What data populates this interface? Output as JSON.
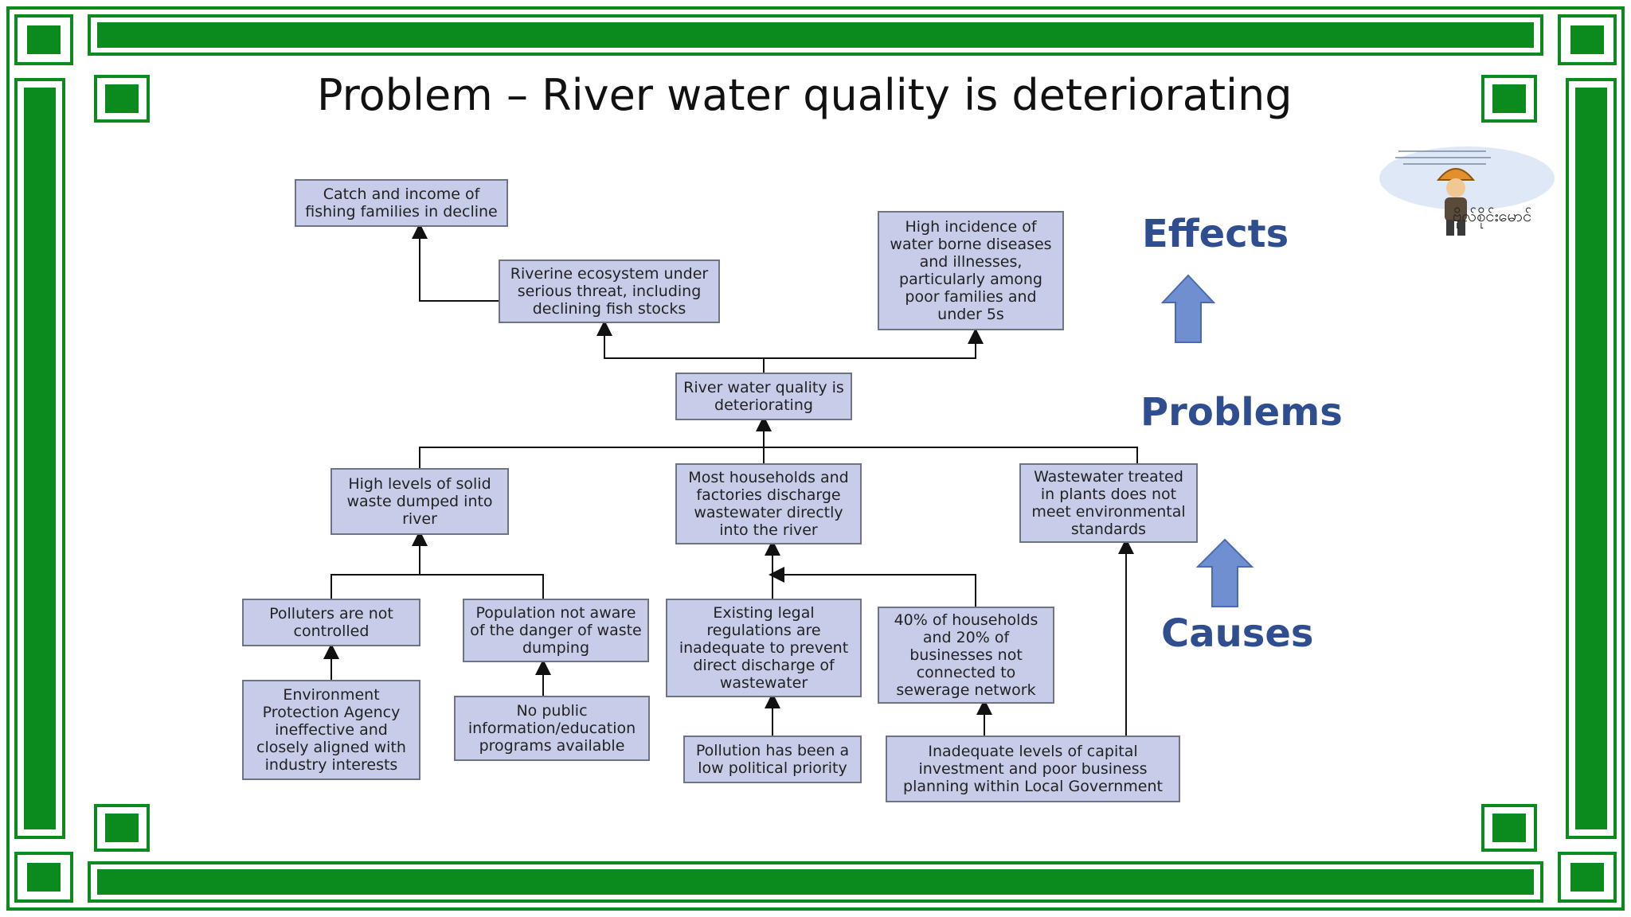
{
  "title": "Problem – River water quality is deteriorating",
  "nodes": {
    "catch_income": "Catch and income of fishing families in decline",
    "ecosystem": "Riverine ecosystem under serious threat, including declining fish stocks",
    "disease": "High incidence of water borne diseases and illnesses, particularly among poor families and under 5s",
    "core_problem": "River water quality is deteriorating",
    "solid_waste": "High levels of solid waste dumped into river",
    "discharge": "Most households and factories discharge wastewater directly into the river",
    "treatment": "Wastewater treated in plants does not meet environmental standards",
    "polluters": "Polluters are not controlled",
    "awareness": "Population not aware of the danger of waste dumping",
    "regulations": "Existing legal regulations are inadequate to prevent direct discharge of wastewater",
    "sewerage": "40% of households and 20% of businesses not connected to sewerage network",
    "epa": "Environment Protection Agency ineffective and closely aligned with industry interests",
    "no_info": "No public information/education programs available",
    "priority": "Pollution has been a low political priority",
    "investment": "Inadequate levels of capital investment and poor business planning within Local Government"
  },
  "levels": {
    "effects": "Effects",
    "problems": "Problems",
    "causes": "Causes"
  },
  "logo_text": "ဗိုလ်စိုင်းမောင်",
  "colors": {
    "frame_green": "#0b8a1e",
    "node_fill": "#c7cde8",
    "node_border": "#6f7485",
    "arrow_blue": "#6f8fd0",
    "label_blue": "#2e4e8f"
  }
}
